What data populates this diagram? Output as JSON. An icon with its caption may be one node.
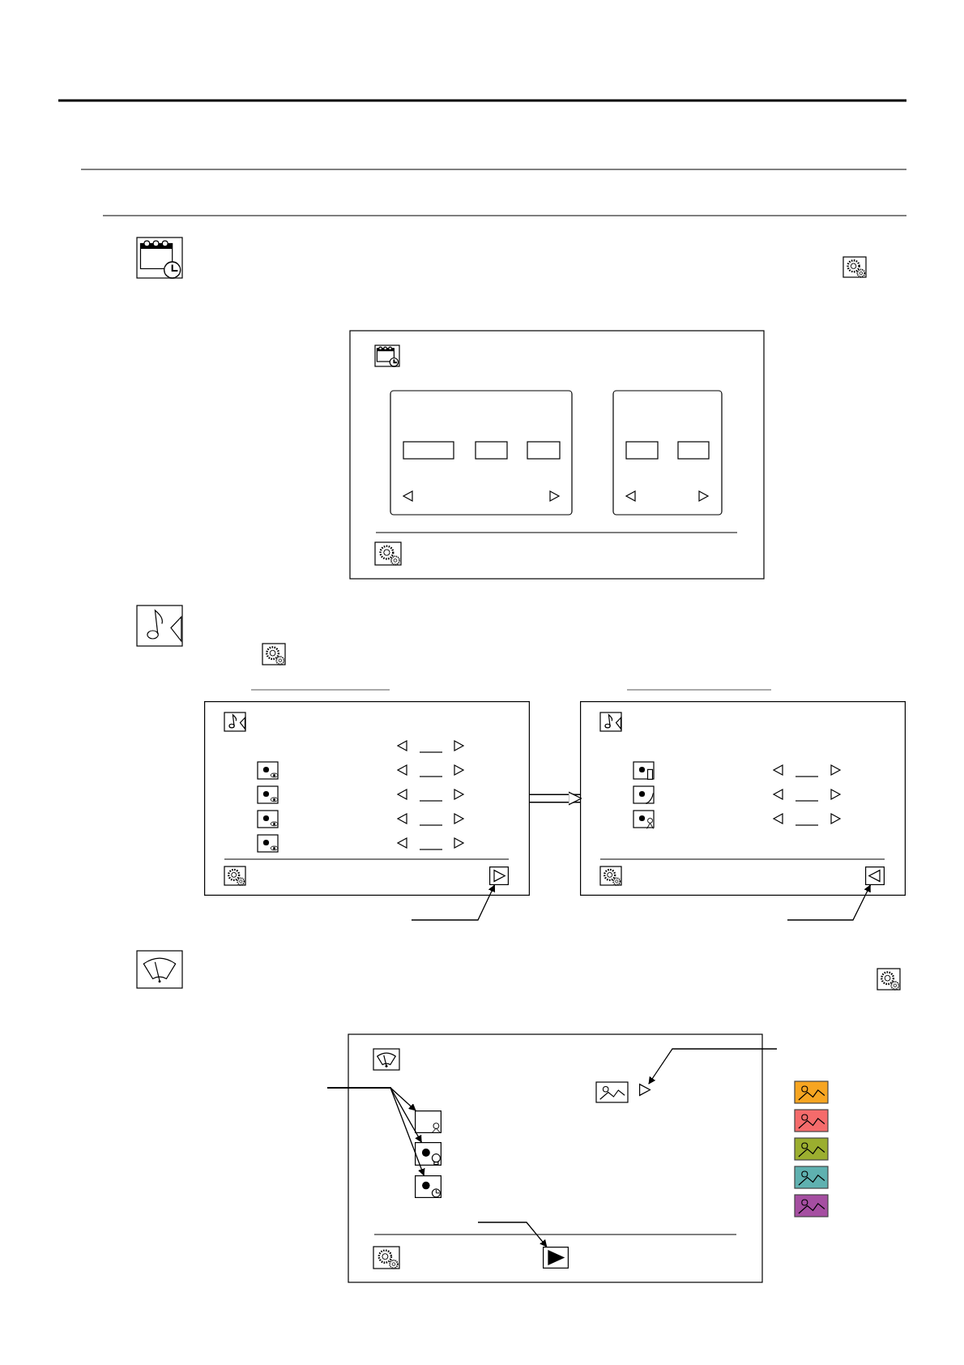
{
  "diagram": {
    "nodes": [
      {
        "text": [],
        "shape": "box"
      },
      {
        "text": [],
        "shape": "box",
        "in": 0
      },
      {
        "text": [],
        "shape": "box"
      },
      {
        "text": [],
        "shape": "box",
        "in": 2
      },
      {
        "text": [],
        "shape": "triangle"
      },
      {
        "text": [],
        "shape": "box"
      },
      {
        "text": [],
        "shape": "box"
      },
      {
        "text": [],
        "shape": "box"
      },
      {
        "text": [],
        "shape": "box"
      }
    ],
    "edges": [
      {
        "from": 0,
        "to": 2,
        "arrow": "to",
        "style": "thick"
      },
      {
        "from": null,
        "to": 1,
        "arrow": "to"
      },
      {
        "from": null,
        "to": 3,
        "arrow": "to"
      },
      {
        "from": null,
        "to": 4,
        "arrow": "to"
      },
      {
        "from": null,
        "to": 5,
        "arrow": "to"
      },
      {
        "from": null,
        "to": 6,
        "arrow": "to"
      },
      {
        "from": null,
        "to": 7,
        "arrow": "to"
      },
      {
        "from": null,
        "to": 8,
        "arrow": "to"
      }
    ]
  }
}
